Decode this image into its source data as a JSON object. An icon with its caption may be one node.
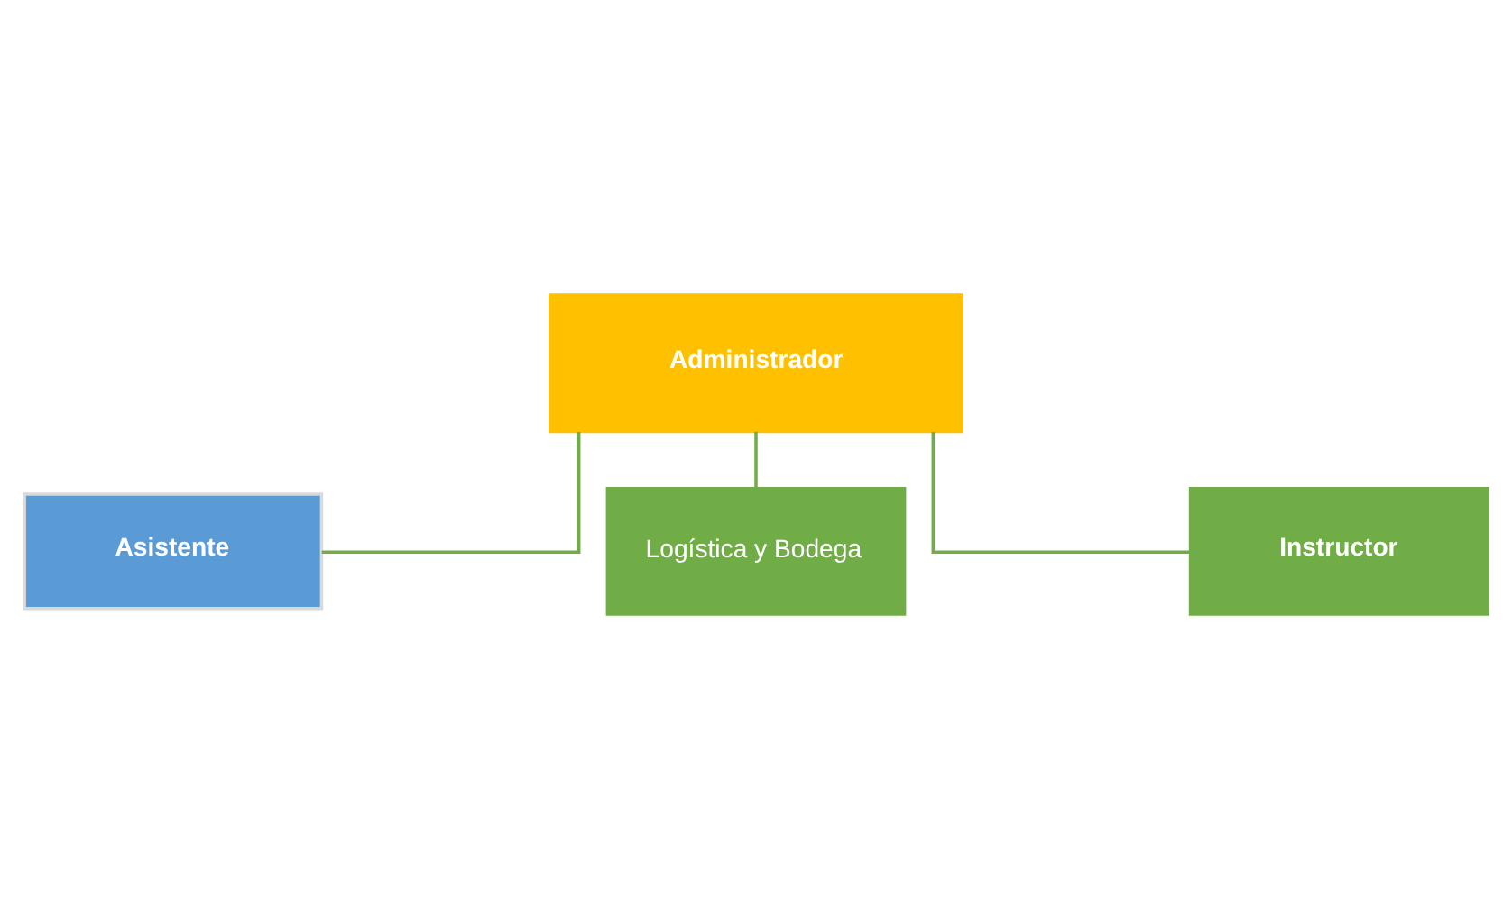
{
  "diagram": {
    "nodes": [
      {
        "text": [
          "Administrador"
        ]
      },
      {
        "text": [
          "Asistente"
        ]
      },
      {
        "text": [
          "Logística y Bodega"
        ]
      },
      {
        "text": [
          "Instructor"
        ]
      }
    ],
    "edges": [
      {
        "from": 0,
        "to": 1,
        "arrow": "none"
      },
      {
        "from": 0,
        "to": 2,
        "arrow": "none"
      },
      {
        "from": 0,
        "to": 3,
        "arrow": "none"
      }
    ]
  }
}
